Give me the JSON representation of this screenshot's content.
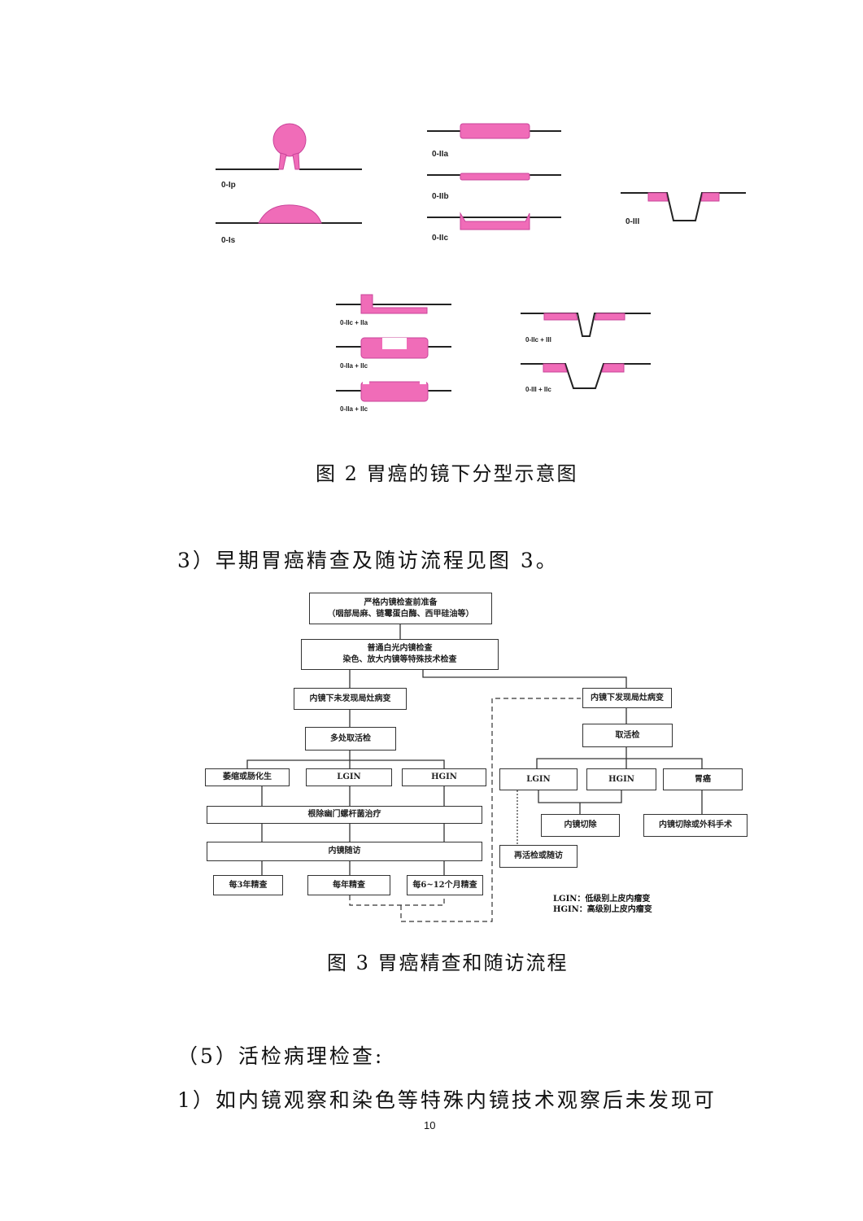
{
  "figure2": {
    "labels": [
      "0-Ip",
      "0-Is",
      "0-IIa",
      "0-IIb",
      "0-IIc",
      "0-III",
      "0-IIc + IIa",
      "0-IIa + IIc",
      "0-IIa + IIc",
      "0-IIc + III",
      "0-III + IIc"
    ],
    "caption": "图 2  胃癌的镜下分型示意图",
    "lesion_color": "#f06cb8"
  },
  "para1": "3）早期胃癌精查及随访流程见图 3。",
  "figure3": {
    "prep_line1": "严格内镜检查前准备",
    "prep_line2": "（咽部局麻、链霉蛋白酶、西甲硅油等）",
    "exam_line1": "普通白光内镜检查",
    "exam_line2": "染色、放大内镜等特殊技术检查",
    "no_lesion": "内镜下未发现局灶病变",
    "multi_biopsy": "多处取活检",
    "atrophy": "萎缩或肠化生",
    "lgin": "LGIN",
    "hgin": "HGIN",
    "hp": "根除幽门螺杆菌治疗",
    "followup": "内镜随访",
    "every3": "每3年精查",
    "every1": "每年精查",
    "every6_12": "每6~12个月精查",
    "lesion": "内镜下发现局灶病变",
    "biopsy": "取活检",
    "cancer": "胃癌",
    "resection": "内镜切除",
    "resection_surgery": "内镜切除或外科手术",
    "rebiopsy": "再活检或随访",
    "legend1": "LGIN：低级别上皮内瘤变",
    "legend2": "HGIN：高级别上皮内瘤变",
    "caption": "图 3  胃癌精查和随访流程"
  },
  "para2": "（5）活检病理检查:",
  "para3": "1）如内镜观察和染色等特殊内镜技术观察后未发现可",
  "page_number": "10"
}
